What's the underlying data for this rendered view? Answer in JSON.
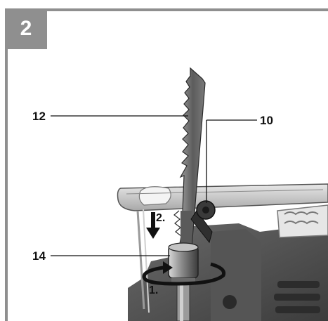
{
  "figure": {
    "number": "2",
    "callouts": {
      "blade": "12",
      "lever": "10",
      "chuck": "14"
    },
    "steps": {
      "push": "2.",
      "turn": "1."
    }
  },
  "colors": {
    "frame": "#8f8f8f",
    "badge_text": "#ffffff"
  }
}
